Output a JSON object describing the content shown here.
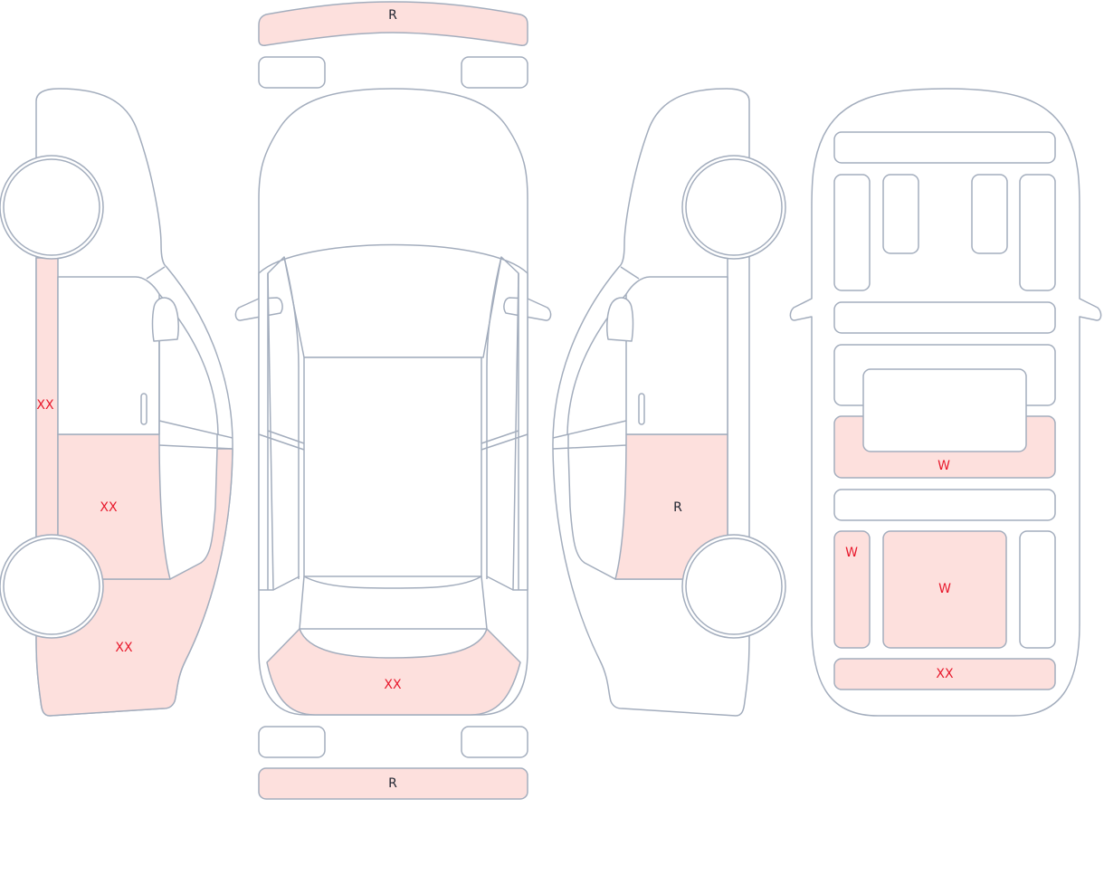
{
  "colors": {
    "damaged_fill": "#fde0dd",
    "outline": "#a3adbd",
    "critical_text": "#e8192c",
    "normal_text": "#1f2430"
  },
  "left_side": {
    "pillar": "XX",
    "rear_door": "XX",
    "rear_quarter": "XX"
  },
  "top_view": {
    "front_bumper": "R",
    "rear_bumper": "R",
    "rear_panel": "XX"
  },
  "right_side": {
    "rear_door": "R"
  },
  "plan_view": {
    "trunk_floor": "W",
    "left_rear_rail": "W",
    "rear_center_floor": "W",
    "rear_cross_member": "XX"
  }
}
